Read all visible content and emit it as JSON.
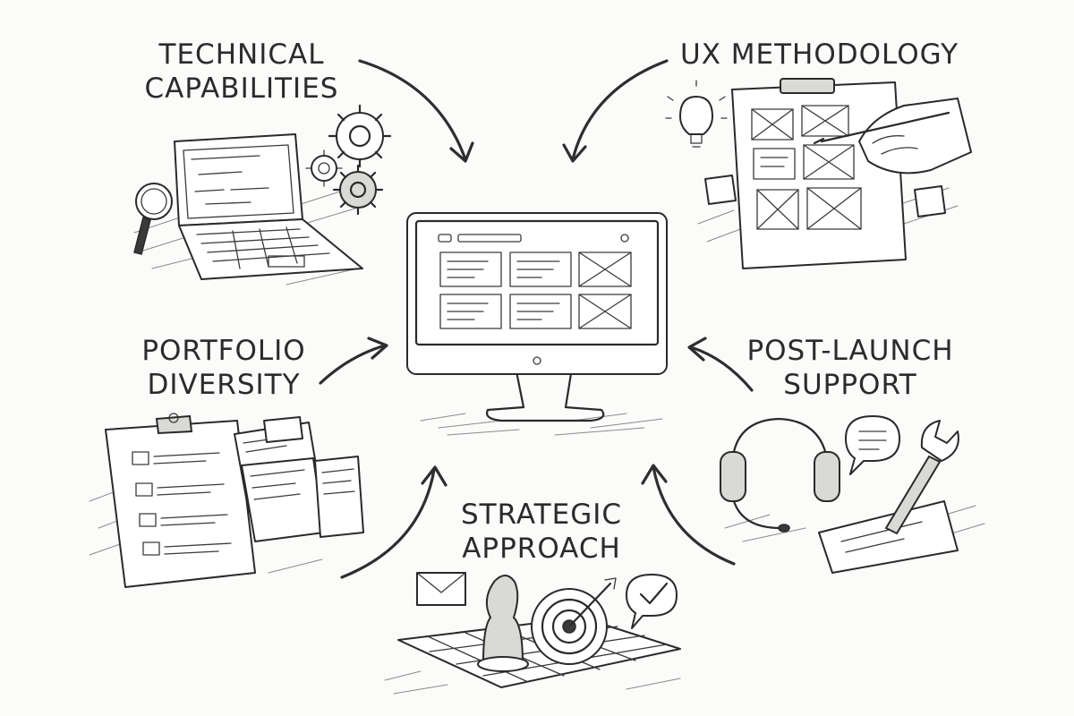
{
  "labels": {
    "technical_capabilities": [
      "TECHNICAL",
      "CAPABILITIES"
    ],
    "ux_methodology": [
      "UX METHODOLOGY"
    ],
    "portfolio_diversity": [
      "PORTFOLIO",
      "DIVERSITY"
    ],
    "post_launch_support": [
      "POST-LAUNCH",
      "SUPPORT"
    ],
    "strategic_approach": [
      "STRATEGIC",
      "APPROACH"
    ]
  },
  "illustrations": {
    "center": "monitor-icon",
    "technical_capabilities": [
      "laptop-icon",
      "magnifier-icon",
      "gears-icon"
    ],
    "ux_methodology": [
      "clipboard-wireframe-icon",
      "hand-pen-icon",
      "lightbulb-icon"
    ],
    "portfolio_diversity": [
      "clipboard-icon",
      "documents-stack-icon"
    ],
    "post_launch_support": [
      "headset-icon",
      "chat-bubble-icon",
      "wrench-icon"
    ],
    "strategic_approach": [
      "envelope-icon",
      "chess-knight-icon",
      "target-icon",
      "chat-check-icon",
      "chessboard-icon"
    ]
  },
  "colors": {
    "ink": "#2a2a2a",
    "paper": "#ffffff",
    "background": "#fbfbfa"
  }
}
